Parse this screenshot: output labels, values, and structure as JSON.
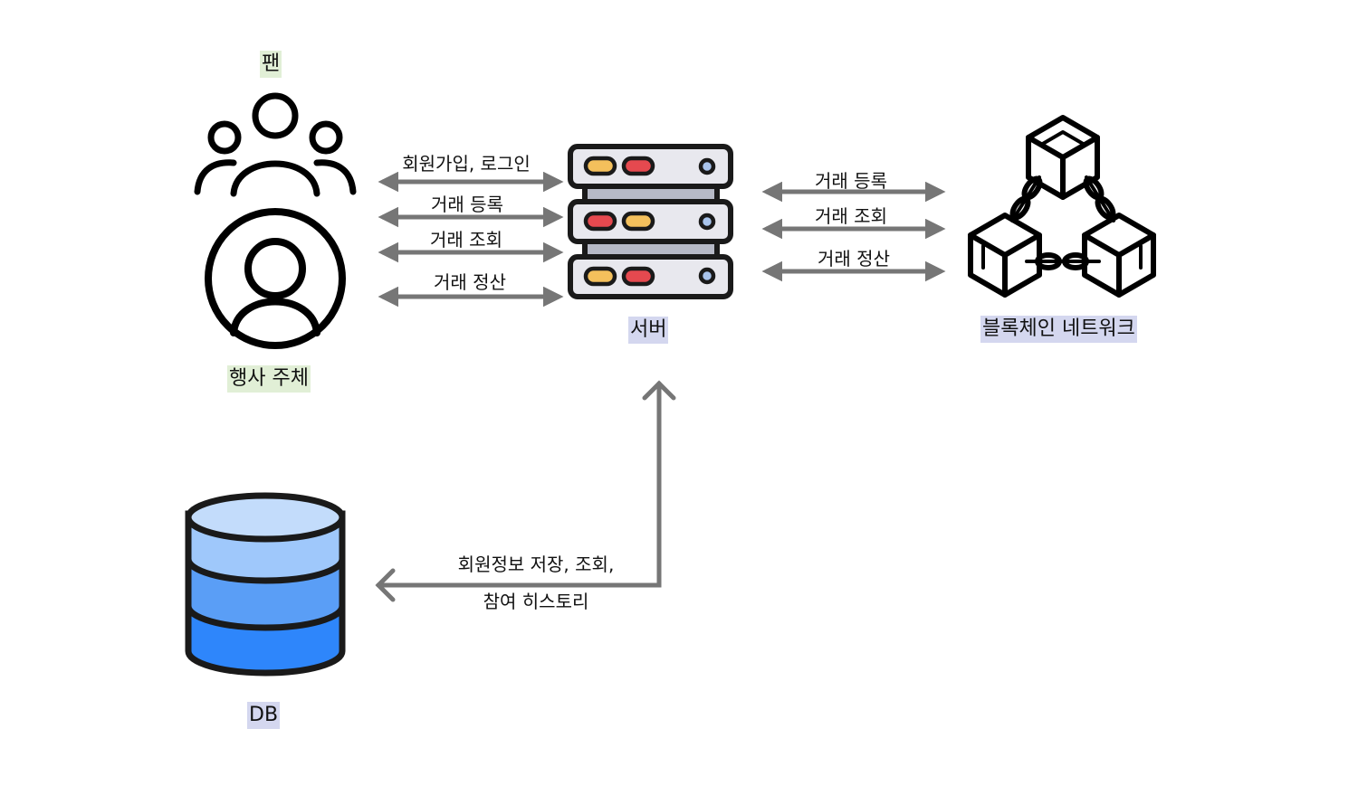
{
  "nodes": {
    "fan": "팬",
    "organizer": "행사 주체",
    "server": "서버",
    "blockchain": "블록체인 네트워크",
    "db": "DB"
  },
  "edges": {
    "user_server": [
      "회원가입, 로그인",
      "거래 등록",
      "거래 조회",
      "거래 정산"
    ],
    "server_chain": [
      "거래 등록",
      "거래 조회",
      "거래 정산"
    ],
    "db_server": [
      "회원정보 저장, 조회,",
      "참여 히스토리"
    ]
  },
  "colors": {
    "arrow": "#767676",
    "node_label_green": "#e1efd6",
    "node_label_blue": "#d4d7ef",
    "db_top": "#c3dcfb",
    "db_mid1": "#9fc8fb",
    "db_mid2": "#5a9ef6",
    "db_bottom": "#2e86fb"
  }
}
